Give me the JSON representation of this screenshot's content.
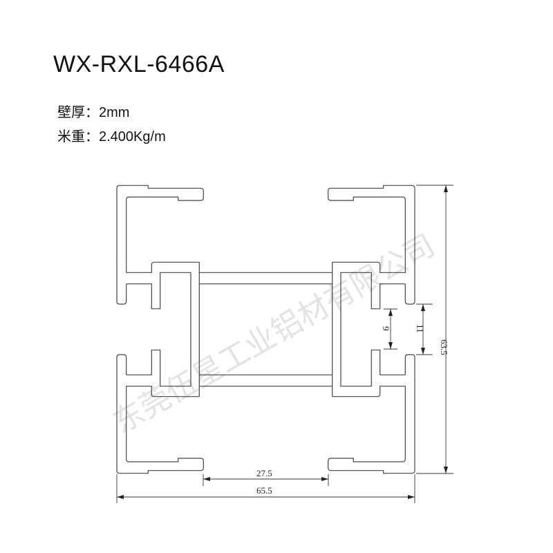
{
  "header": {
    "model": "WX-RXL-6466A",
    "wall_thickness_label": "壁厚：",
    "wall_thickness_value": "2mm",
    "weight_label": "米重：",
    "weight_value": "2.400Kg/m"
  },
  "drawing": {
    "dimensions": {
      "height": "63.5",
      "slot_outer": "11",
      "slot_inner": "9",
      "opening_width": "27.5",
      "total_width": "65.5"
    },
    "watermark": "东莞伍星工业铝材有限公司",
    "line_color": "#333333"
  }
}
